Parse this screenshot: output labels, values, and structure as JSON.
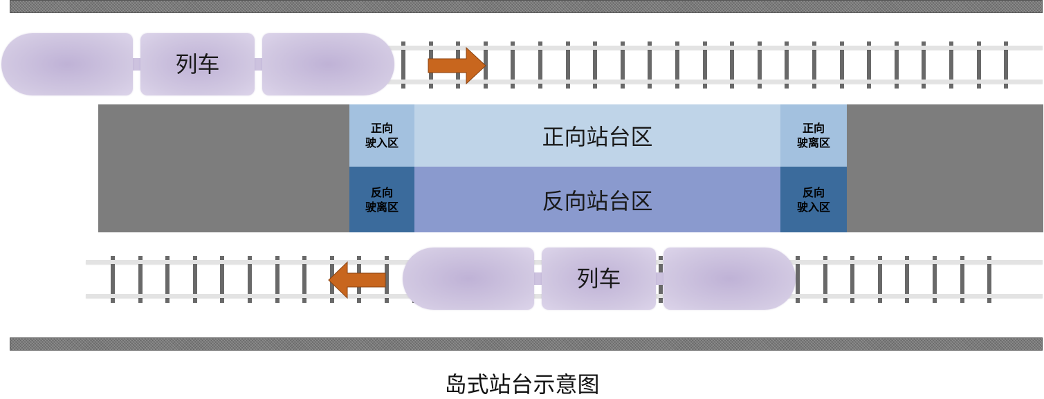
{
  "caption": "岛式站台示意图",
  "train_top": {
    "label": "列车",
    "direction": "right"
  },
  "train_bottom": {
    "label": "列车",
    "direction": "left"
  },
  "platform": {
    "forward_entry": "正向\n驶入区",
    "forward_zone": "正向站台区",
    "forward_exit": "正向\n驶离区",
    "reverse_exit": "反向\n驶离区",
    "reverse_zone": "反向站台区",
    "reverse_entry": "反向\n驶入区"
  },
  "colors": {
    "forward_side_zone": "#a3c1df",
    "forward_main_zone": "#bfd4e8",
    "reverse_side_zone": "#3b6b9c",
    "reverse_main_zone": "#8a9ace",
    "platform_base": "#7d7d7d",
    "arrow": "#c8661e",
    "train": "#d2c9e2"
  }
}
